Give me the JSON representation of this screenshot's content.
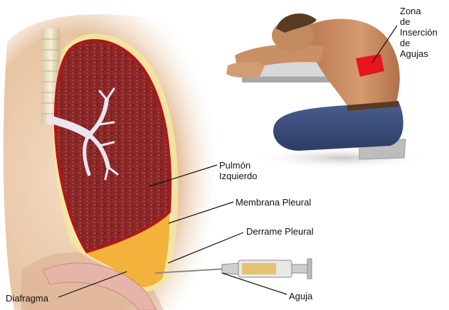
{
  "labels": {
    "insertion_zone": "Zona\nde\nInserción\nde\nAgujas",
    "left_lung": "Pulmón\nIzquierdo",
    "pleural_membrane": "Membrana Pleural",
    "pleural_effusion": "Derrame Pleural",
    "diaphragm": "Diafragma",
    "needle": "Aguja"
  },
  "colors": {
    "lung": "#8c2828",
    "lung_outline": "#b01818",
    "pleural_membrane": "#f4e8a0",
    "effusion": "#f2b23c",
    "insertion_marker": "#e8141e",
    "denim": "#3c4e7c",
    "skin": "#c98f65"
  },
  "icons": {
    "illustration": "thoracentesis-illustration",
    "insertion_marker": "insertion-zone-marker",
    "needle": "syringe-icon"
  }
}
